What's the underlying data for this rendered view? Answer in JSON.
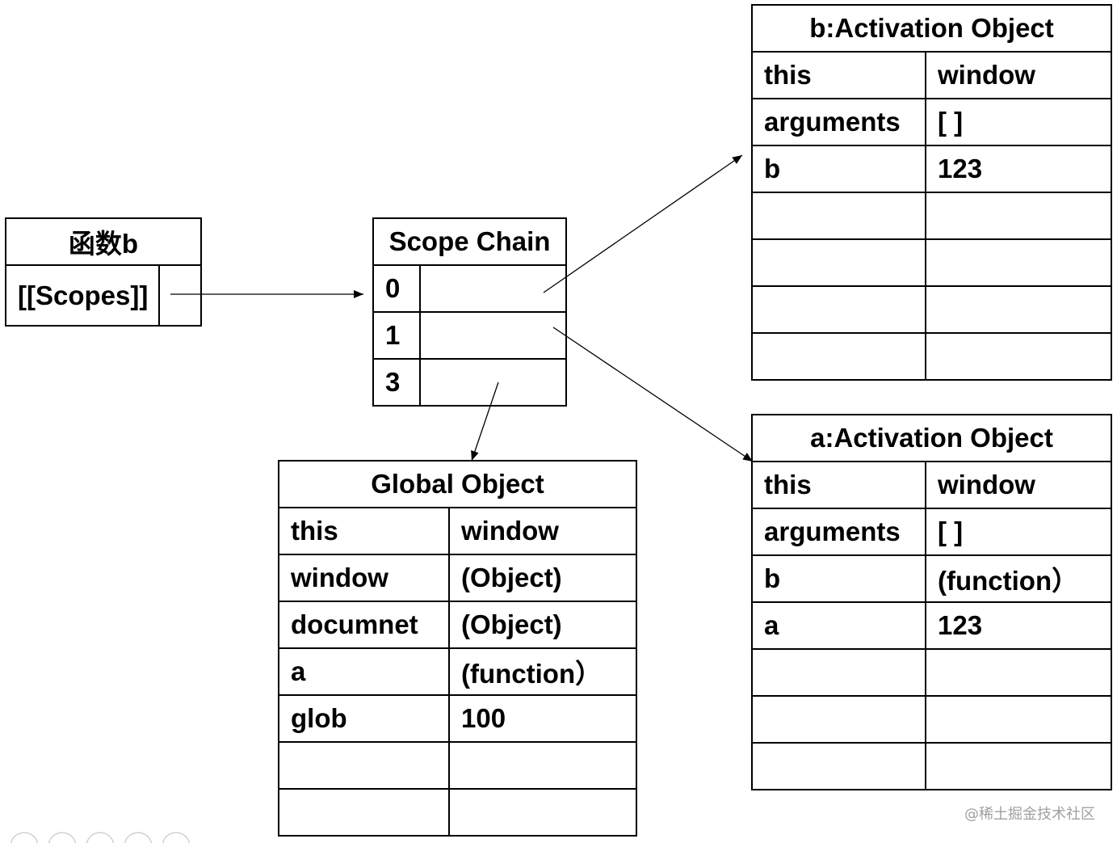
{
  "function_box": {
    "title": "函数b",
    "scopes_label": "[[Scopes]]"
  },
  "scope_chain": {
    "title": "Scope Chain",
    "indices": [
      "0",
      "1",
      "3"
    ]
  },
  "b_activation": {
    "title": "b:Activation Object",
    "rows": [
      [
        "this",
        "window"
      ],
      [
        "arguments",
        "[ ]"
      ],
      [
        "b",
        "123"
      ]
    ]
  },
  "a_activation": {
    "title": "a:Activation Object",
    "rows": [
      [
        "this",
        "window"
      ],
      [
        "arguments",
        "[ ]"
      ],
      [
        "b",
        "(function）"
      ],
      [
        "a",
        "123"
      ]
    ]
  },
  "global_object": {
    "title": "Global Object",
    "rows": [
      [
        "this",
        "window"
      ],
      [
        "window",
        "(Object)"
      ],
      [
        "documnet",
        "(Object)"
      ],
      [
        "a",
        "(function）"
      ],
      [
        "glob",
        "100"
      ]
    ]
  },
  "watermark": "@稀土掘金技术社区",
  "toolbar_icons": [
    "previous-icon",
    "pen-icon",
    "slides-grid-icon",
    "zoom-icon",
    "more-options-icon"
  ],
  "colors": {
    "ink": "#000000",
    "watermark": "#a0a0a0",
    "toolbar": "#d0d0d0"
  }
}
